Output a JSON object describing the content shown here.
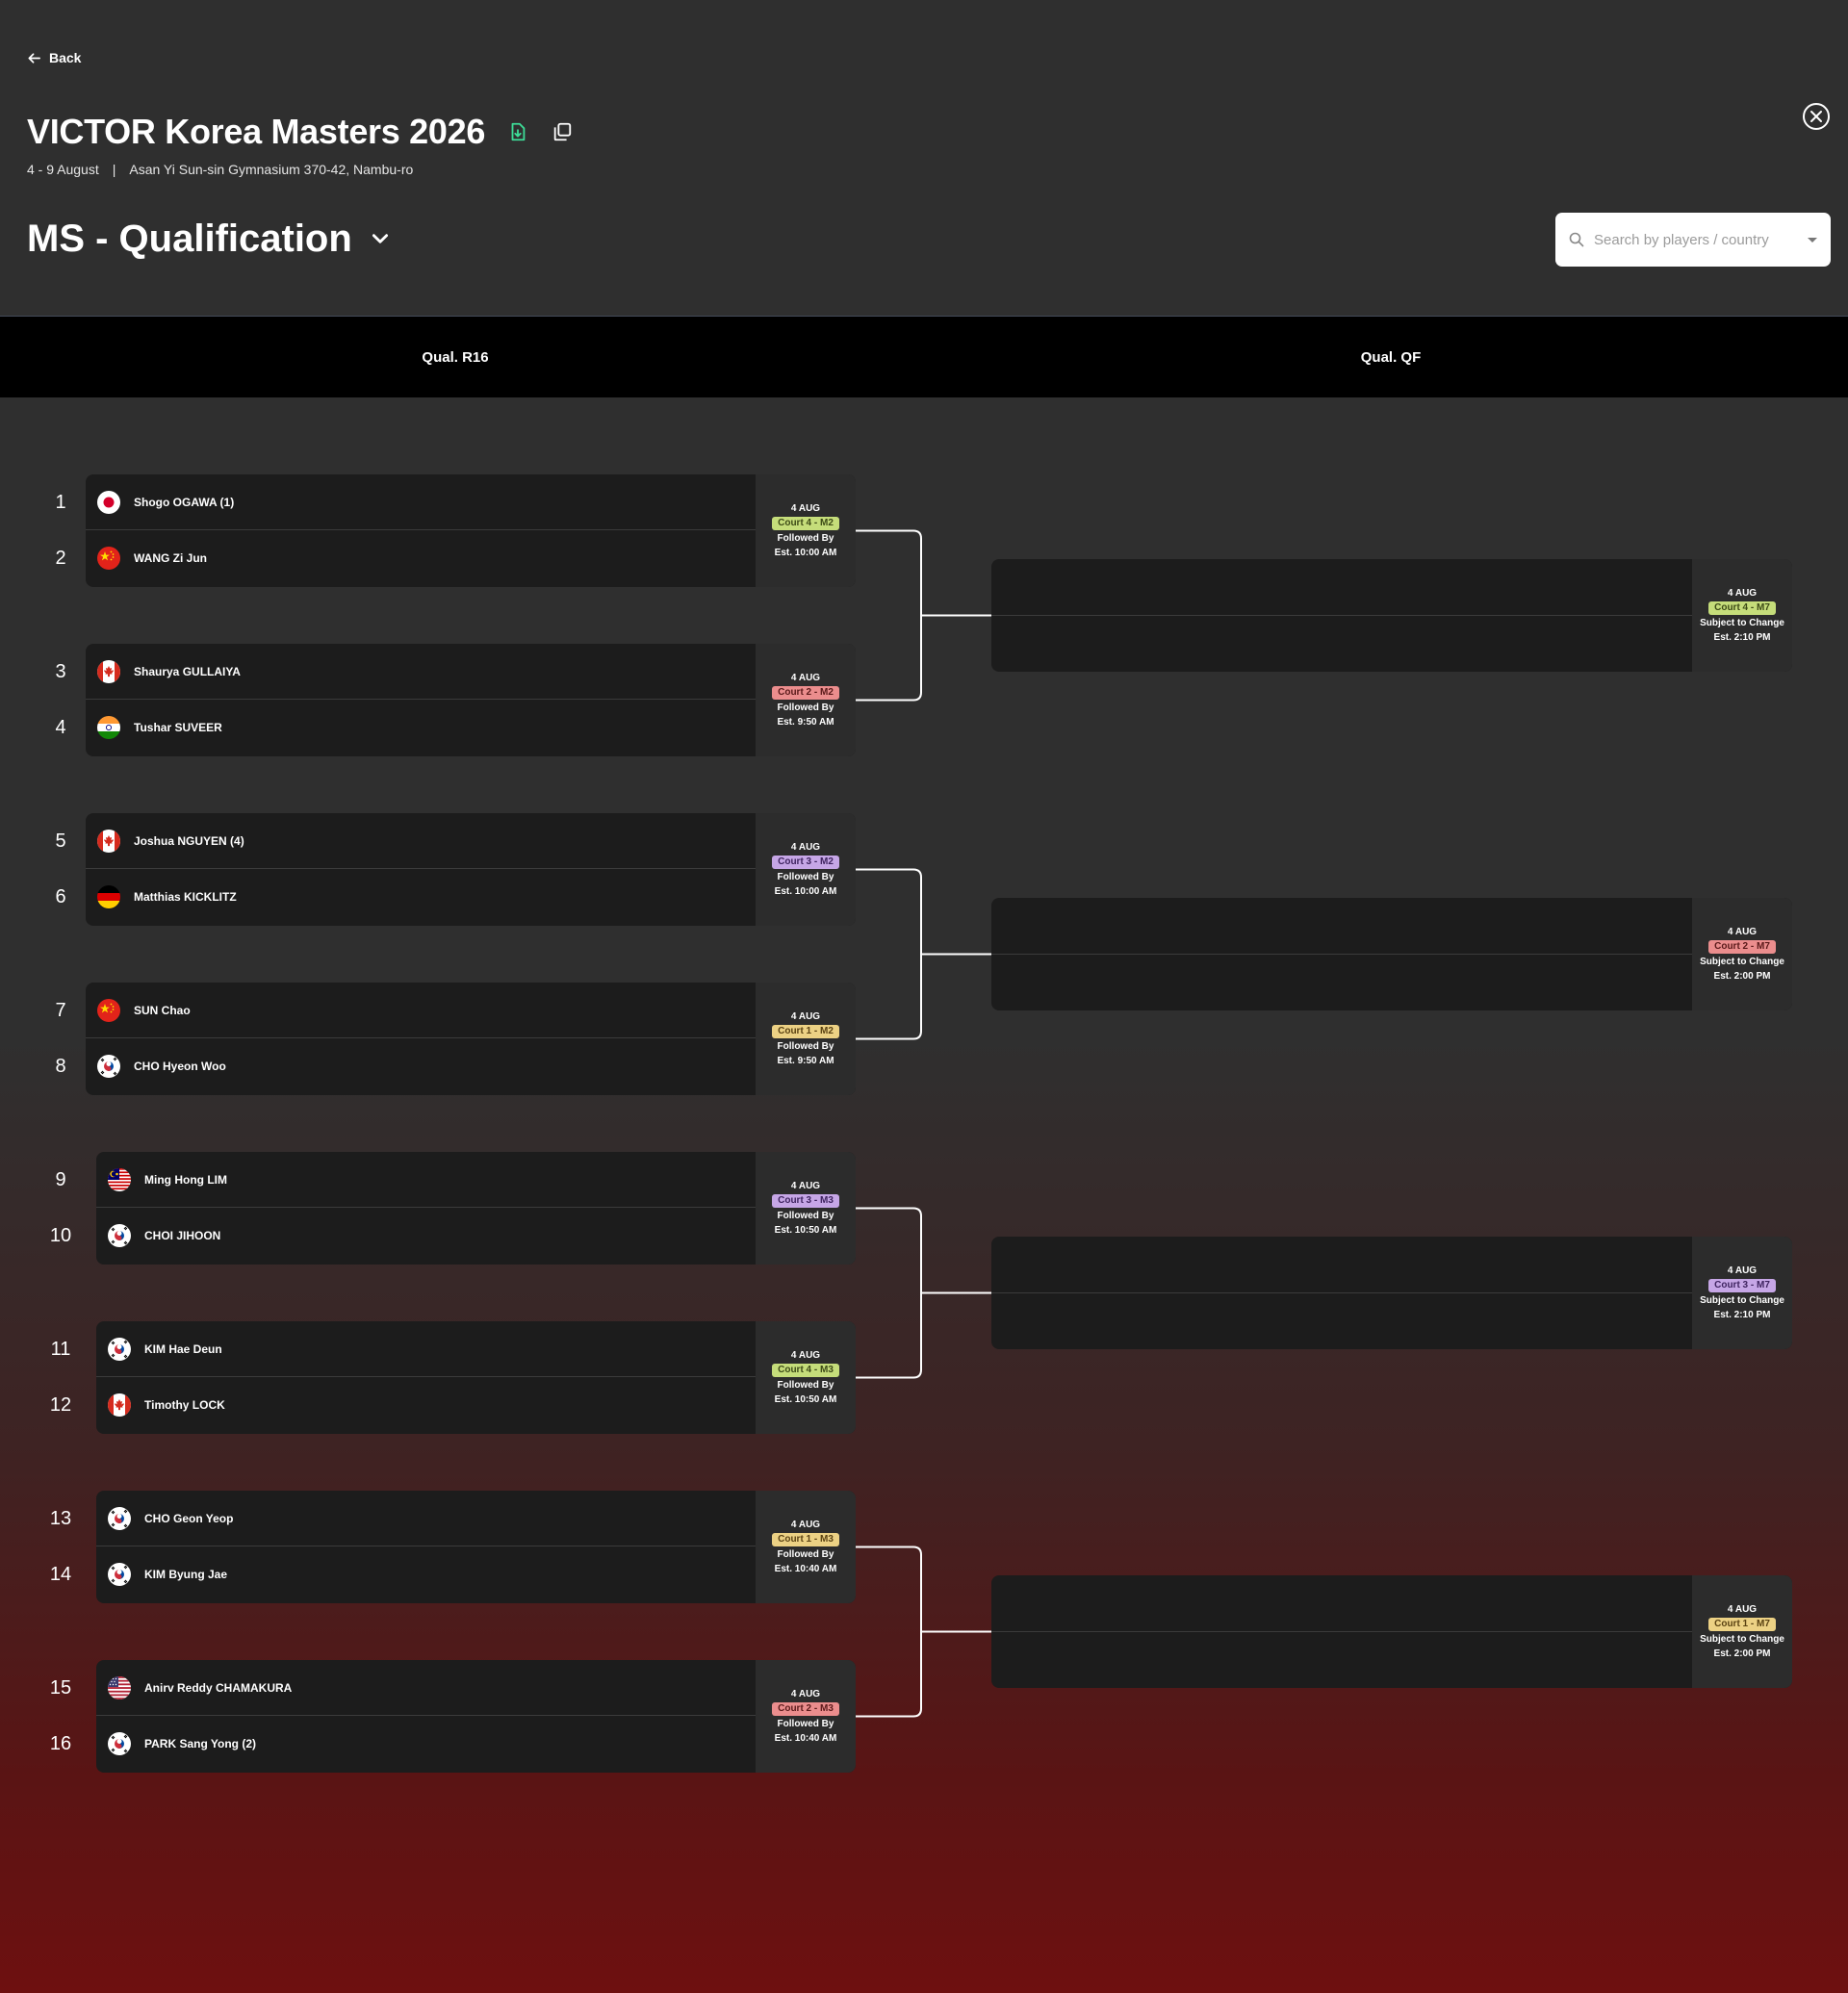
{
  "header": {
    "back_label": "Back",
    "event_title": "VICTOR Korea Masters 2026",
    "dates": "4 - 9 August",
    "separator": "|",
    "venue": "Asan Yi Sun-sin Gymnasium 370-42, Nambu-ro",
    "section_title": "MS - Qualification"
  },
  "search": {
    "placeholder": "Search by players / country"
  },
  "rounds": [
    "Qual. R16",
    "Qual. QF"
  ],
  "seeds": [
    "1",
    "2",
    "3",
    "4",
    "5",
    "6",
    "7",
    "8",
    "9",
    "10",
    "11",
    "12",
    "13",
    "14",
    "15",
    "16"
  ],
  "colors": {
    "court_green": "#c5dd7a",
    "court_red": "#eb8d8d",
    "court_purple": "#c6a6e6",
    "court_yellow": "#ecd184",
    "download_icon": "#3ddc97"
  },
  "r16_matches": [
    {
      "p1": "Shogo OGAWA (1)",
      "f1": "japan-flag-icon",
      "p2": "WANG Zi Jun",
      "f2": "china-flag-icon",
      "date": "4 AUG",
      "court": "Court 4 - M2",
      "court_color": "green",
      "status": "Followed By",
      "est": "Est. 10:00 AM"
    },
    {
      "p1": "Shaurya GULLAIYA",
      "f1": "canada-flag-icon",
      "p2": "Tushar SUVEER",
      "f2": "india-flag-icon",
      "date": "4 AUG",
      "court": "Court 2 - M2",
      "court_color": "red",
      "status": "Followed By",
      "est": "Est. 9:50 AM"
    },
    {
      "p1": "Joshua NGUYEN (4)",
      "f1": "canada-flag-icon",
      "p2": "Matthias KICKLITZ",
      "f2": "germany-flag-icon",
      "date": "4 AUG",
      "court": "Court 3 - M2",
      "court_color": "purple",
      "status": "Followed By",
      "est": "Est. 10:00 AM"
    },
    {
      "p1": "SUN Chao",
      "f1": "china-flag-icon",
      "p2": "CHO Hyeon Woo",
      "f2": "korea-flag-icon",
      "date": "4 AUG",
      "court": "Court 1 - M2",
      "court_color": "yellow",
      "status": "Followed By",
      "est": "Est. 9:50 AM"
    },
    {
      "p1": "Ming Hong LIM",
      "f1": "malaysia-flag-icon",
      "p2": "CHOI JIHOON",
      "f2": "korea-flag-icon",
      "date": "4 AUG",
      "court": "Court 3 - M3",
      "court_color": "purple",
      "status": "Followed By",
      "est": "Est. 10:50 AM"
    },
    {
      "p1": "KIM Hae Deun",
      "f1": "korea-flag-icon",
      "p2": "Timothy LOCK",
      "f2": "canada-flag-icon",
      "date": "4 AUG",
      "court": "Court 4 - M3",
      "court_color": "green",
      "status": "Followed By",
      "est": "Est. 10:50 AM"
    },
    {
      "p1": "CHO Geon Yeop",
      "f1": "korea-flag-icon",
      "p2": "KIM Byung Jae",
      "f2": "korea-flag-icon",
      "date": "4 AUG",
      "court": "Court 1 - M3",
      "court_color": "yellow",
      "status": "Followed By",
      "est": "Est. 10:40 AM"
    },
    {
      "p1": "Anirv Reddy CHAMAKURA",
      "f1": "usa-flag-icon",
      "p2": "PARK Sang Yong (2)",
      "f2": "korea-flag-icon",
      "date": "4 AUG",
      "court": "Court 2 - M3",
      "court_color": "red",
      "status": "Followed By",
      "est": "Est. 10:40 AM"
    }
  ],
  "qf_matches": [
    {
      "date": "4 AUG",
      "court": "Court 4 - M7",
      "court_color": "green",
      "status": "Subject to Change",
      "est": "Est. 2:10 PM"
    },
    {
      "date": "4 AUG",
      "court": "Court 2 - M7",
      "court_color": "red",
      "status": "Subject to Change",
      "est": "Est. 2:00 PM"
    },
    {
      "date": "4 AUG",
      "court": "Court 3 - M7",
      "court_color": "purple",
      "status": "Subject to Change",
      "est": "Est. 2:10 PM"
    },
    {
      "date": "4 AUG",
      "court": "Court 1 - M7",
      "court_color": "yellow",
      "status": "Subject to Change",
      "est": "Est. 2:00 PM"
    }
  ]
}
